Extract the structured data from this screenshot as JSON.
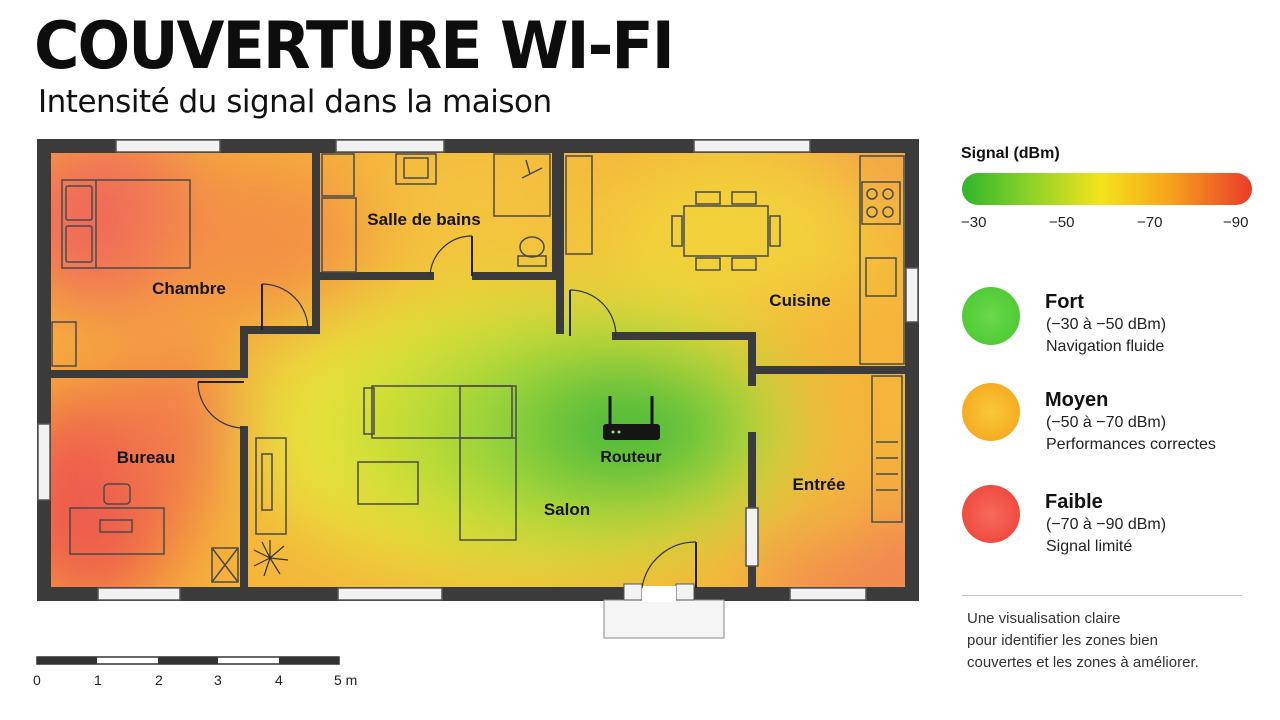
{
  "header": {
    "title": "COUVERTURE WI-FI",
    "subtitle": "Intensité du signal dans la maison"
  },
  "rooms": {
    "chambre": "Chambre",
    "salle_de_bains": "Salle de bains",
    "cuisine": "Cuisine",
    "bureau": "Bureau",
    "routeur": "Routeur",
    "salon": "Salon",
    "entree": "Entrée"
  },
  "legend": {
    "title": "Signal (dBm)",
    "gradient_colors": [
      "#2fb52b",
      "#86d12a",
      "#f4e31c",
      "#f6a21b",
      "#ea3b2a"
    ],
    "ticks": [
      "−30",
      "−50",
      "−70",
      "−90"
    ],
    "levels": [
      {
        "name": "Fort",
        "range": "(−30 à −50 dBm)",
        "desc": "Navigation fluide",
        "color": "#46c62e"
      },
      {
        "name": "Moyen",
        "range": "(−50 à −70 dBm)",
        "desc": "Performances correctes",
        "color": "#f6b418"
      },
      {
        "name": "Faible",
        "range": "(−70 à −90 dBm)",
        "desc": "Signal limité",
        "color": "#f0443a"
      }
    ]
  },
  "note": {
    "line1": "Une visualisation claire",
    "line2": "pour identifier les zones bien",
    "line3": "couvertes et les zones à améliorer."
  },
  "scale": {
    "labels": [
      "0",
      "1",
      "2",
      "3",
      "4",
      "5 m"
    ]
  }
}
